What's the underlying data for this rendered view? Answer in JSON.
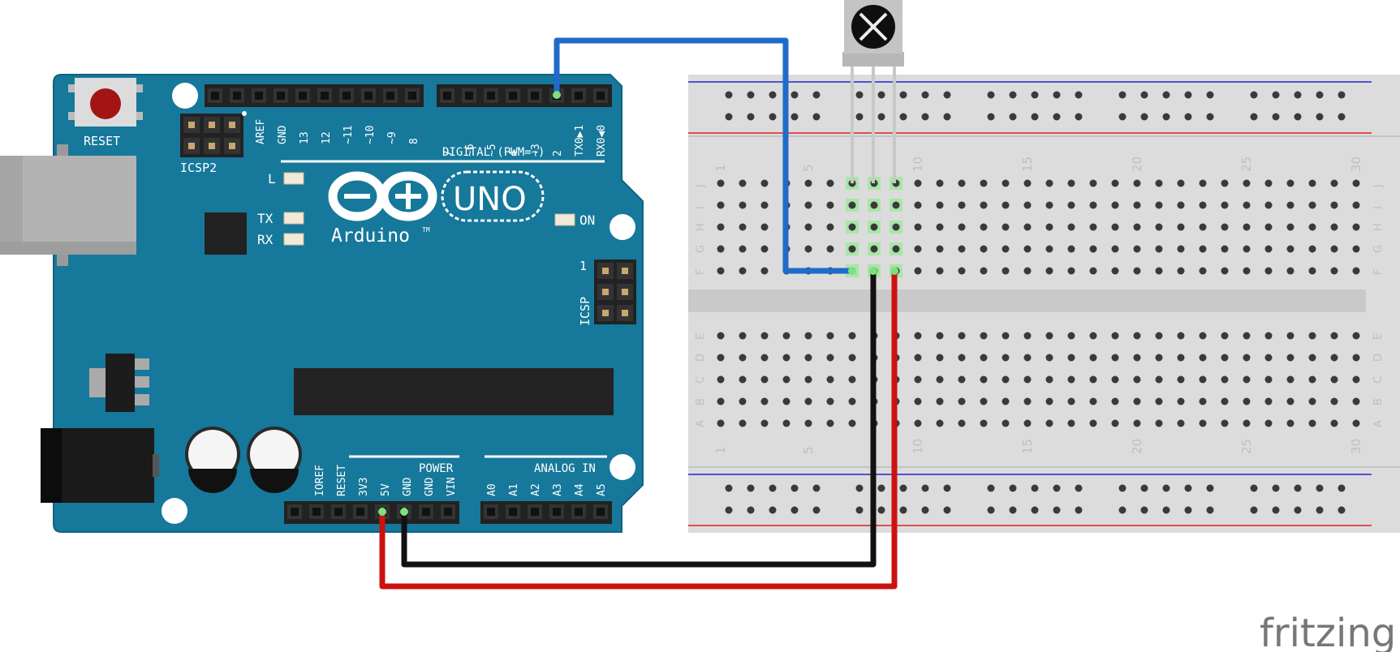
{
  "arduino": {
    "reset_label": "RESET",
    "icsp2_label": "ICSP2",
    "icsp_label": "ICSP",
    "icsp_pin1": "1",
    "brand": "Arduino",
    "trademark": "TM",
    "model": "UNO",
    "led_l": "L",
    "led_tx": "TX",
    "led_rx": "RX",
    "led_on": "ON",
    "digital_header_label": "DIGITAL (PWM=~)",
    "digital_pins_left": [
      "AREF",
      "GND",
      "13",
      "12",
      "~11",
      "~10",
      "~9",
      "8"
    ],
    "digital_pins_right": [
      "7",
      "~6",
      "~5",
      "4",
      "~3",
      "2",
      "TX0▶1",
      "RX0◀0"
    ],
    "power_label": "POWER",
    "power_pins": [
      "IOREF",
      "RESET",
      "3V3",
      "5V",
      "GND",
      "GND",
      "VIN"
    ],
    "analog_label": "ANALOG IN",
    "analog_pins": [
      "A0",
      "A1",
      "A2",
      "A3",
      "A4",
      "A5"
    ]
  },
  "breadboard": {
    "column_numbers": [
      "1",
      "5",
      "10",
      "15",
      "20",
      "25",
      "30"
    ],
    "rows_top": [
      "J",
      "I",
      "H",
      "G",
      "F"
    ],
    "rows_bottom": [
      "E",
      "D",
      "C",
      "B",
      "A"
    ]
  },
  "watermark": "fritzing",
  "colors": {
    "board": "#16789a",
    "wire_signal": "#1f6bc9",
    "wire_ground": "#111111",
    "wire_power": "#cc1111",
    "highlight": "#7ee07e"
  },
  "icons": {
    "ir_receiver": "ir-receiver-icon",
    "usb": "usb-port-icon",
    "dc_jack": "dc-jack-icon"
  }
}
